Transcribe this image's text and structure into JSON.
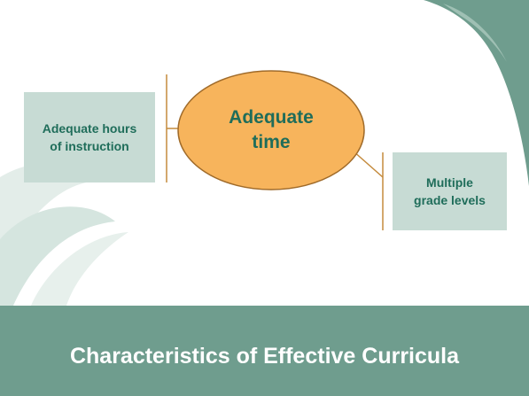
{
  "diagram": {
    "center": {
      "label_line1": "Adequate",
      "label_line2": "time"
    },
    "left_box": {
      "label_line1": "Adequate hours",
      "label_line2": "of instruction"
    },
    "right_box": {
      "label_line1": "Multiple",
      "label_line2": "grade levels"
    }
  },
  "footer": {
    "title": "Characteristics of Effective Curricula"
  },
  "colors": {
    "teal_dark": "#1f6d5a",
    "teal_mid": "#6f9d8e",
    "box_fill": "#c7dbd4",
    "ellipse_fill": "#f7b45c",
    "ellipse_stroke": "#a06b2a"
  }
}
